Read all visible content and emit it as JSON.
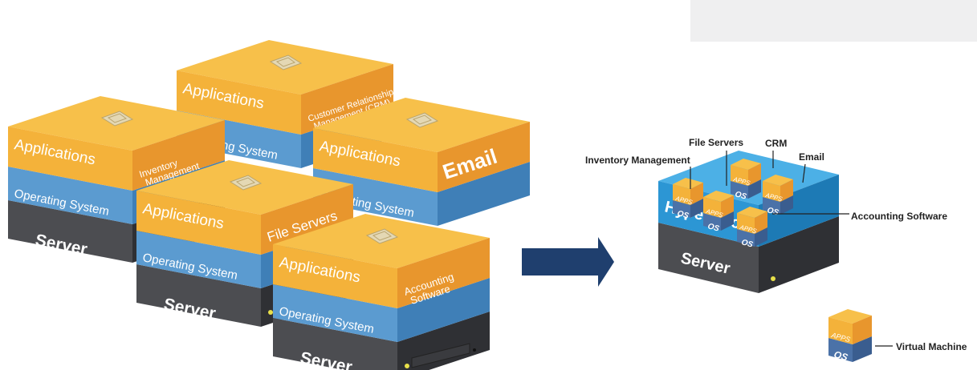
{
  "colors": {
    "apps_top": "#f7c04a",
    "apps_front": "#f4b23a",
    "apps_side": "#e8962d",
    "os_front": "#5b9bd0",
    "os_side": "#3f7fb7",
    "server_front": "#4c4d51",
    "server_side": "#2f3034",
    "hypervisor_top": "#4cb0e6",
    "hypervisor_front": "#2c96d4",
    "hypervisor_side": "#1d7ab5",
    "arrow": "#1f3f6e",
    "led": "#e8e04a"
  },
  "stacks": [
    {
      "id": "inventory",
      "layers": {
        "apps": "Applications",
        "os": "Operating System",
        "server": "Server"
      },
      "app_name": "Inventory Management",
      "icon": "clipboard-icon"
    },
    {
      "id": "crm",
      "layers": {
        "apps": "Applications",
        "os": "Operating System",
        "server": ""
      },
      "app_name": "Customer Relationship Management (CRM)",
      "icon": "handshake-icon"
    },
    {
      "id": "email",
      "layers": {
        "apps": "Applications",
        "os": "Operating System",
        "server": ""
      },
      "app_name": "Email",
      "icon": "envelope-icon"
    },
    {
      "id": "fileservers",
      "layers": {
        "apps": "Applications",
        "os": "Operating System",
        "server": "Server"
      },
      "app_name": "File Servers",
      "icon": "folder-icon"
    },
    {
      "id": "accounting",
      "layers": {
        "apps": "Applications",
        "os": "Operating System",
        "server": "Server"
      },
      "app_name": "Accounting Software",
      "icon": "spreadsheet-icon"
    }
  ],
  "virtualized": {
    "server_label": "Server",
    "hypervisor_label": "Hypervisor",
    "vm_apps_label": "APPS",
    "vm_os_label": "OS",
    "callouts": {
      "inventory": "Inventory Management",
      "file_servers": "File Servers",
      "crm": "CRM",
      "email": "Email",
      "accounting": "Accounting Software"
    }
  },
  "legend": {
    "label": "Virtual Machine",
    "apps": "APPS",
    "os": "OS"
  }
}
